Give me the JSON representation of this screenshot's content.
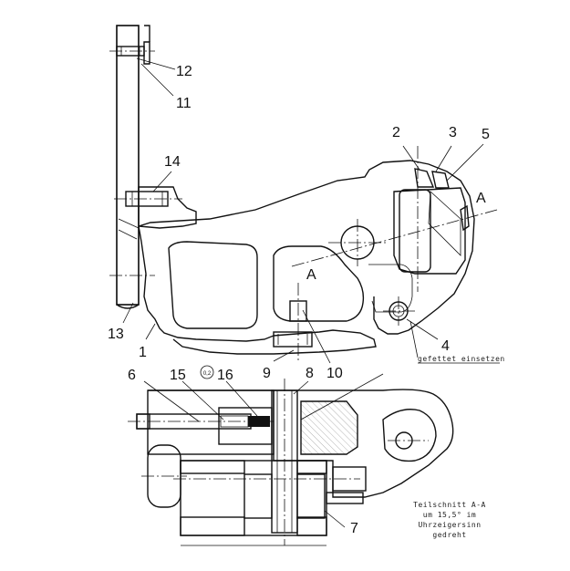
{
  "drawing": {
    "labels": {
      "l1": "1",
      "l2": "2",
      "l3": "3",
      "l4": "4",
      "l5": "5",
      "l6": "6",
      "l7": "7",
      "l8": "8",
      "l9": "9",
      "l10": "10",
      "l11": "11",
      "l12": "12",
      "l13": "13",
      "l14": "14",
      "l15": "15",
      "l16": "16",
      "section_a_left": "A",
      "section_a_right": "A",
      "small_circle": "0,2"
    },
    "note_grease": "gefettet einsetzen",
    "caption": [
      "Teilschnitt A-A",
      "um 15,5° im",
      "Uhrzeigersinn",
      "gedreht"
    ]
  }
}
